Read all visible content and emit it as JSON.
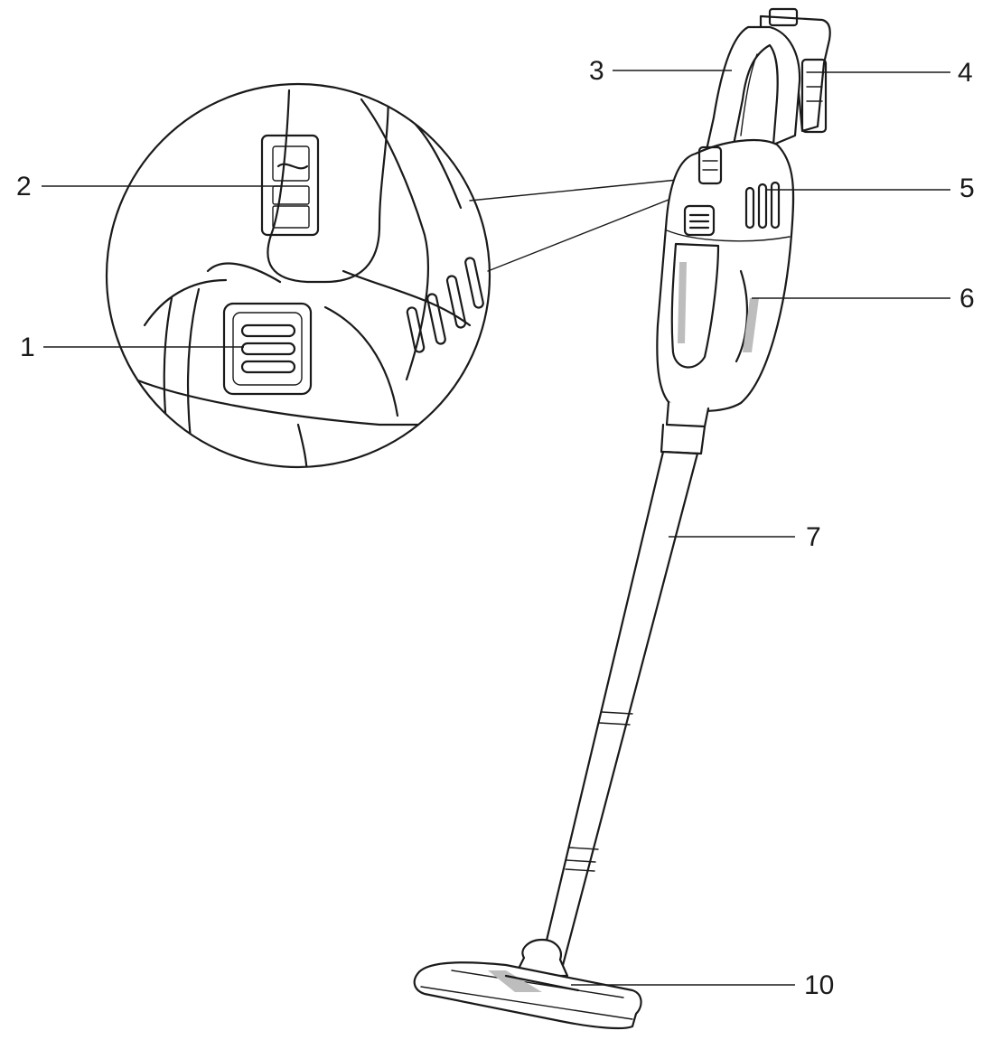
{
  "callouts": [
    {
      "id": "1",
      "label": "1"
    },
    {
      "id": "2",
      "label": "2"
    },
    {
      "id": "3",
      "label": "3"
    },
    {
      "id": "4",
      "label": "4"
    },
    {
      "id": "5",
      "label": "5"
    },
    {
      "id": "6",
      "label": "6"
    },
    {
      "id": "7",
      "label": "7"
    },
    {
      "id": "10",
      "label": "10"
    }
  ],
  "colors": {
    "ink": "#1a1a1a",
    "shade": "#bdbdbd",
    "background": "#ffffff"
  }
}
